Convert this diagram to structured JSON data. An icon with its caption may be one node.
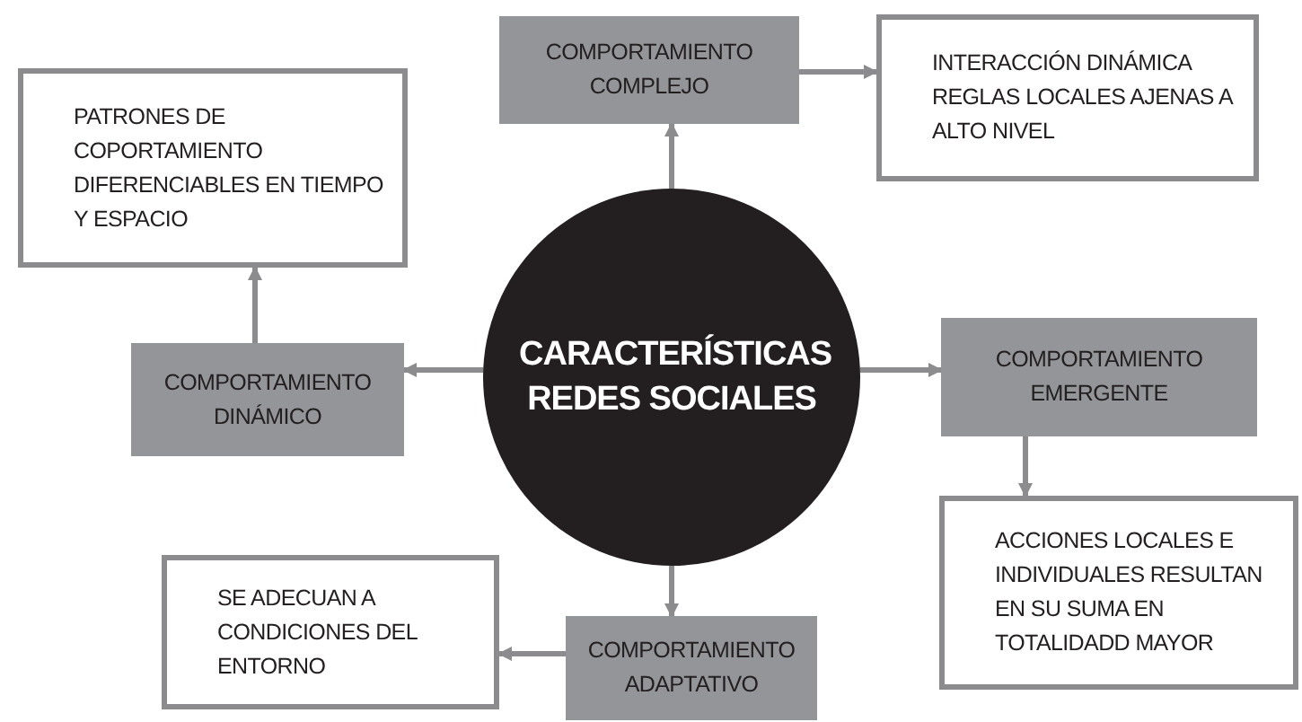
{
  "diagram": {
    "nodes": [
      {
        "text": [
          "CARACTERÍSTICAS REDES SOCIALES"
        ]
      },
      {
        "text": [
          "COMPORTAMIENTO COMPLEJO"
        ]
      },
      {
        "text": [
          "INTERACCIÓN DINÁMICA REGLAS LOCALES AJENAS A ALTO NIVEL"
        ]
      },
      {
        "text": [
          "PATRONES DE COPORTAMIENTO DIFERENCIABLES EN TIEMPO Y ESPACIO"
        ]
      },
      {
        "text": [
          "COMPORTAMIENTO DINÁMICO"
        ]
      },
      {
        "text": [
          "COMPORTAMIENTO EMERGENTE"
        ]
      },
      {
        "text": [
          "ACCIONES LOCALES E INDIVIDUALES RESULTAN EN SU SUMA EN TOTALIDADD MAYOR"
        ]
      },
      {
        "text": [
          "SE ADECUAN A CONDICIONES DEL ENTORNO"
        ]
      },
      {
        "text": [
          "COMPORTAMIENTO ADAPTATIVO"
        ]
      }
    ],
    "edges": [
      {
        "from": 0,
        "to": 1,
        "arrow": "to"
      },
      {
        "from": 1,
        "to": 2,
        "arrow": "to"
      },
      {
        "from": 0,
        "to": 4,
        "arrow": "to"
      },
      {
        "from": 4,
        "to": 3,
        "arrow": "to"
      },
      {
        "from": 0,
        "to": 5,
        "arrow": "to"
      },
      {
        "from": 5,
        "to": 6,
        "arrow": "to"
      },
      {
        "from": 0,
        "to": 8,
        "arrow": "to"
      },
      {
        "from": 8,
        "to": 7,
        "arrow": "to"
      }
    ]
  }
}
